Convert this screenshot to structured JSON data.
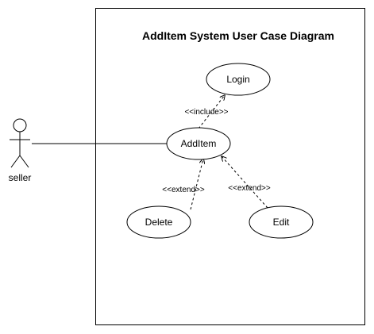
{
  "diagram": {
    "title": "AddItem System User Case Diagram",
    "actor": {
      "name": "seller"
    },
    "use_cases": {
      "login": "Login",
      "additem": "AddItem",
      "delete": "Delete",
      "edit": "Edit"
    },
    "relations": {
      "include": "<<include>>",
      "extend_delete": "<<extend>>",
      "extend_edit": "<<extend>>"
    }
  },
  "colors": {
    "stroke": "#000000",
    "background": "#ffffff"
  }
}
